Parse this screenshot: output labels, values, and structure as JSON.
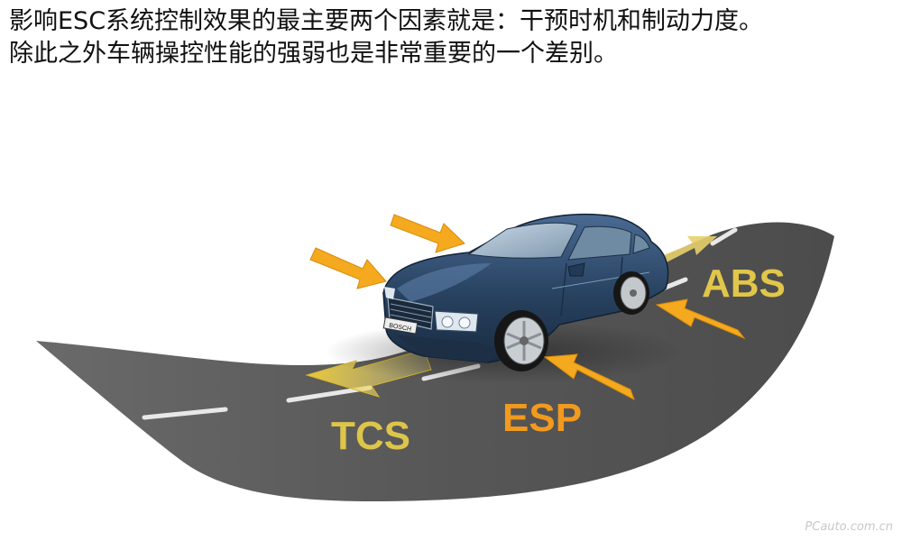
{
  "caption": {
    "line1": "影响ESC系统控制效果的最主要两个因素就是：干预时机和制动力度。",
    "line2": "除此之外车辆操控性能的强弱也是非常重要的一个差别。"
  },
  "labels": {
    "abs": "ABS",
    "tcs": "TCS",
    "esp": "ESP"
  },
  "car": {
    "plate": "BOSCH"
  },
  "watermark": "PCauto.com.cn",
  "colors": {
    "road": "#5b5b5b",
    "arrow": "#f4a91e",
    "tcs_arrow": "#e7c838",
    "abs_label": "#e1c64a",
    "tcs_label": "#ddc54a",
    "esp_label": "#f29a1d",
    "car_body": "#2a4466"
  }
}
